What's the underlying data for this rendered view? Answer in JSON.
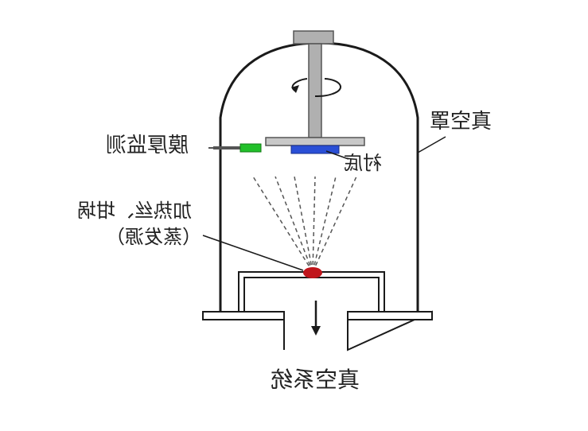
{
  "diagram": {
    "labels": {
      "vacuum_chamber": "真空罩",
      "thickness_monitor": "膜厚监测",
      "substrate": "衬底",
      "evaporation_source_line1": "加热丝、坩埚",
      "evaporation_source_line2": "（蒸发源）",
      "vacuum_system": "真空系统"
    },
    "text_mirrored": true,
    "colors": {
      "outline": "#1a1a1a",
      "shaft": "#b0b0b0",
      "holder": "#c8c8c8",
      "substrate": "#2a4fd6",
      "monitor": "#22c02a",
      "source": "#c0141b",
      "vapor_lines": "#555555"
    },
    "icons": [
      "rotation-arrow-icon",
      "pump-arrow-icon"
    ]
  }
}
